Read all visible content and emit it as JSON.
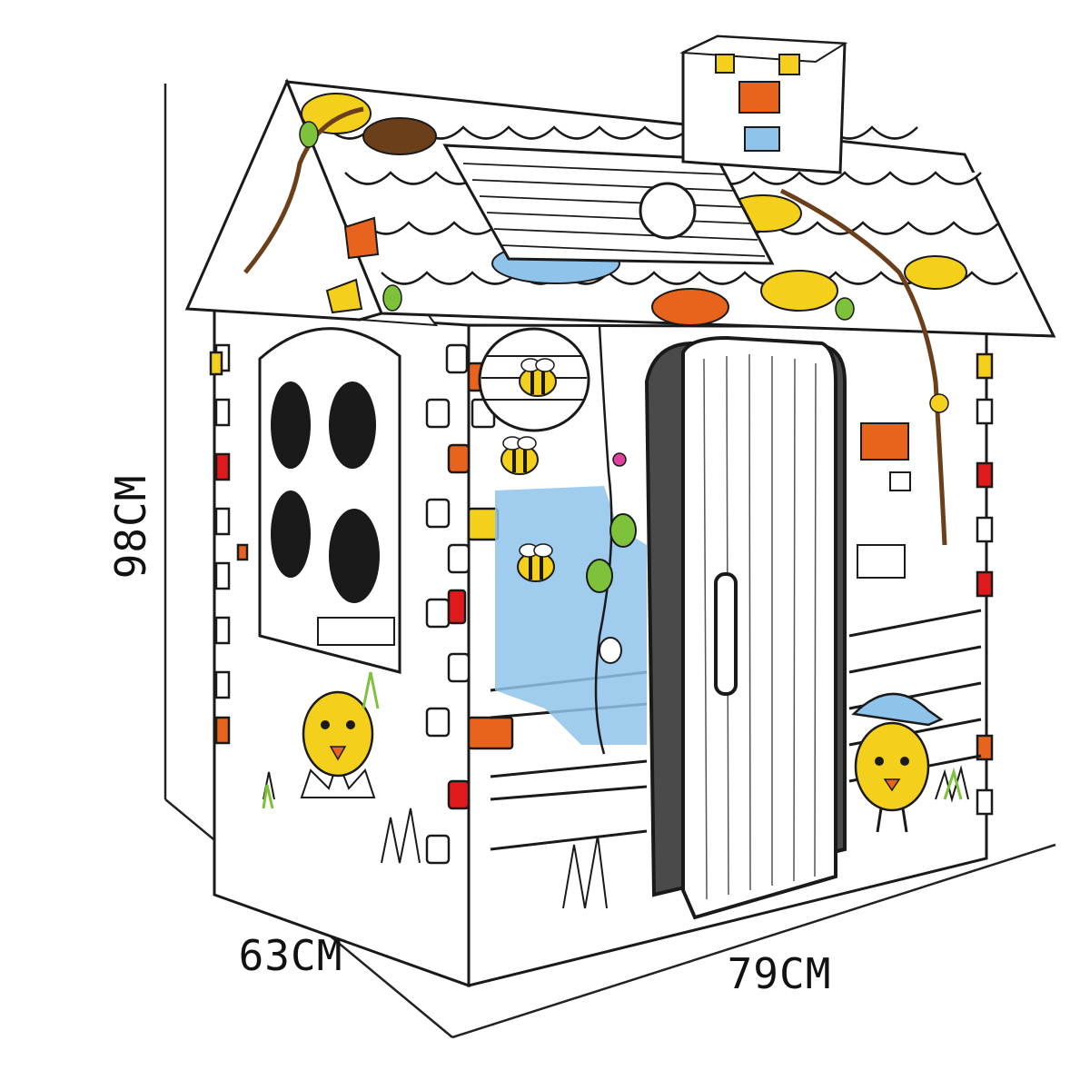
{
  "dimensions": {
    "height_label": "98CM",
    "depth_label": "63CM",
    "width_label": "79CM"
  },
  "colors": {
    "outline": "#1a1a1a",
    "orange": "#e8631b",
    "yellow": "#f4cf1c",
    "light_blue": "#8fc3ea",
    "dark_door": "#4a4a4a",
    "leaf_green": "#7ec23c",
    "brown_vine": "#6b3f1a",
    "red_brick": "#e01a1a"
  },
  "icons": [
    "bee-icon",
    "chick-icon",
    "leaf-icon",
    "flower-icon",
    "beehive-icon",
    "grass-icon"
  ]
}
